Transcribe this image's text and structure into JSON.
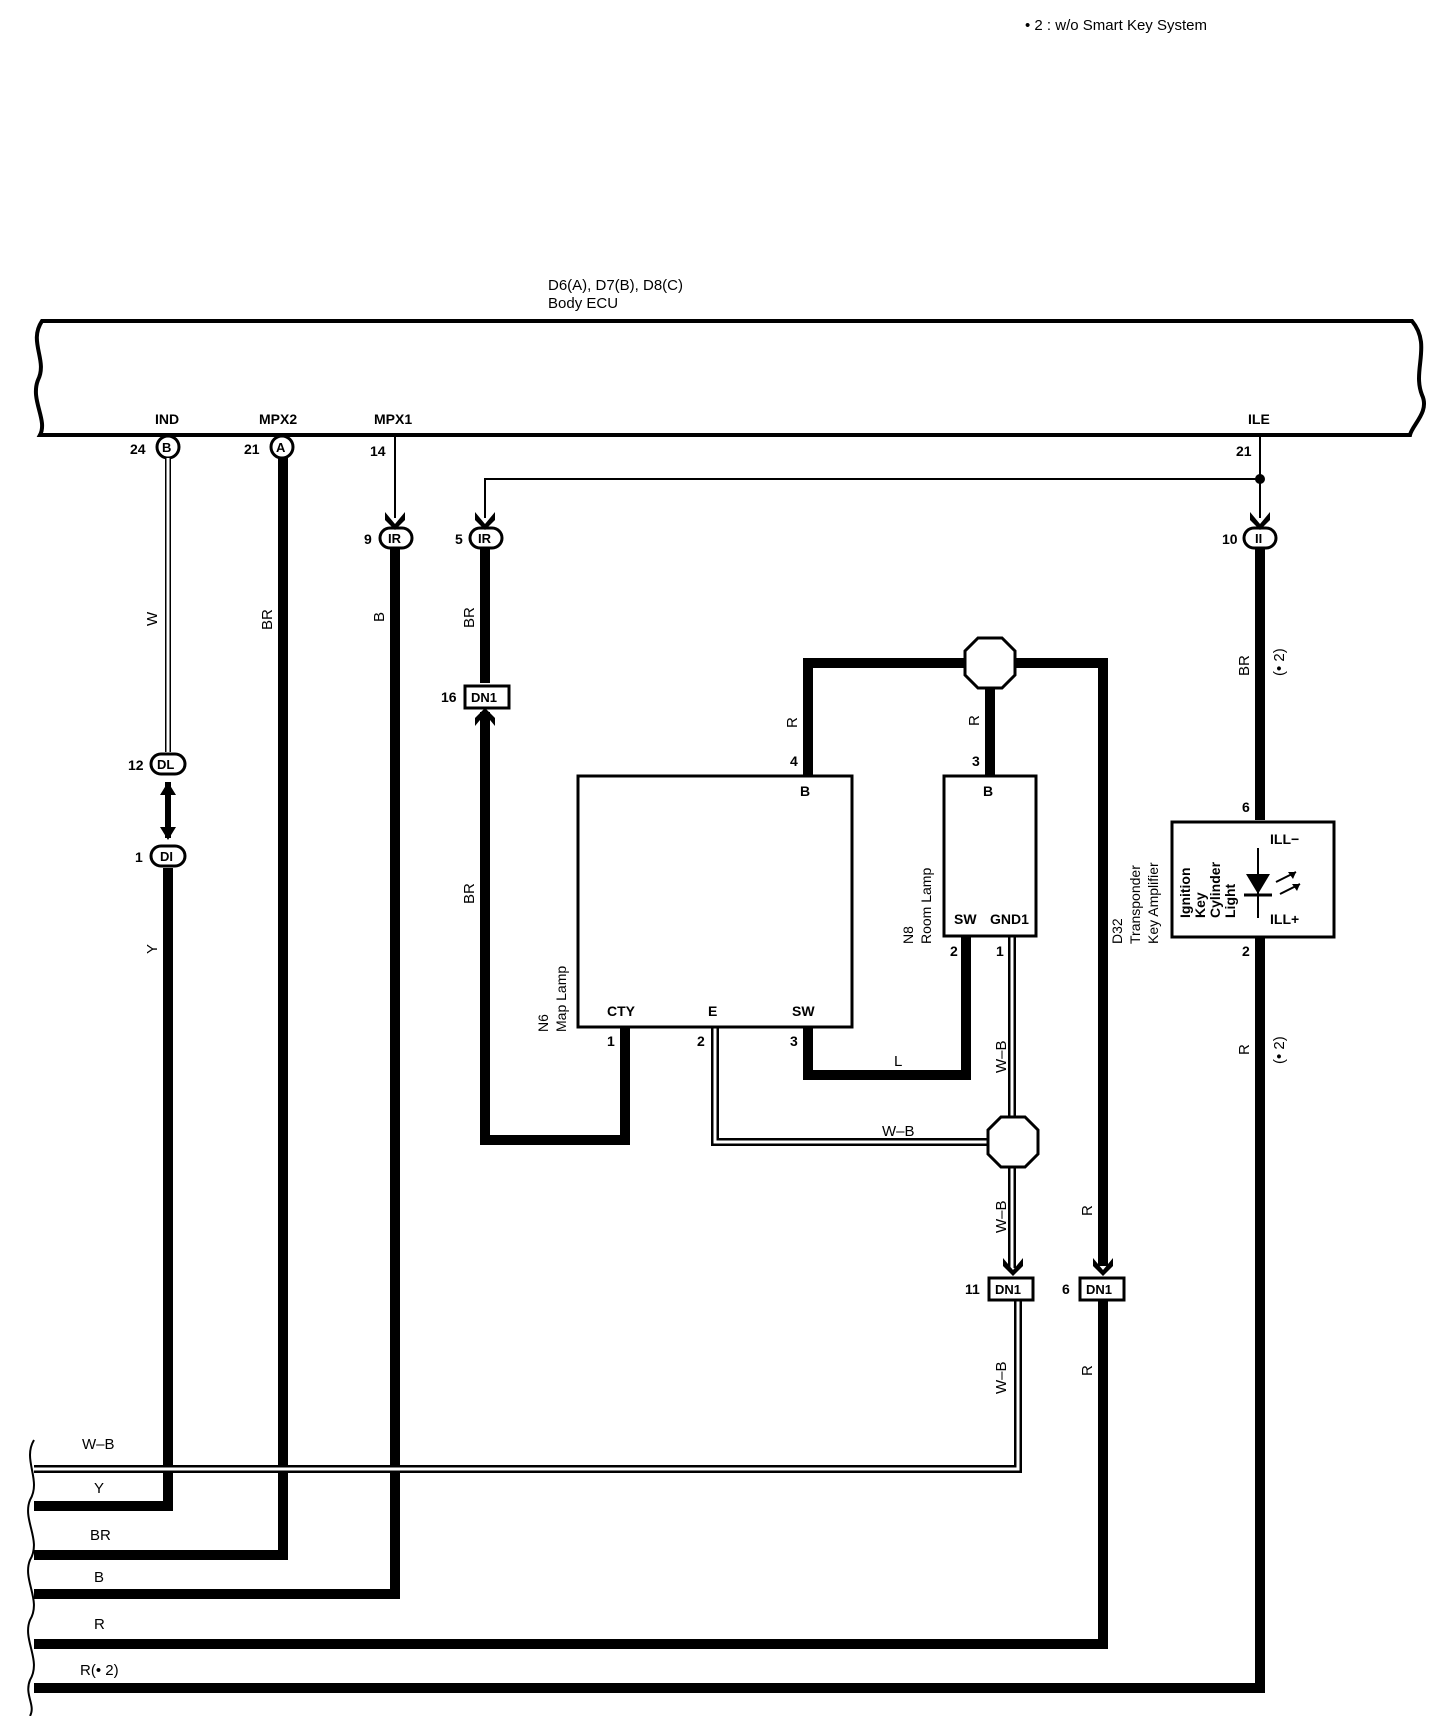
{
  "note": "• 2 : w/o Smart Key System",
  "ecu": {
    "connectors": "D6(A), D7(B), D8(C)",
    "name": "Body ECU",
    "terminals": [
      "IND",
      "MPX2",
      "MPX1",
      "ILE"
    ],
    "pins": [
      "24",
      "21",
      "14",
      "21"
    ],
    "pin_conns": [
      "B",
      "A"
    ]
  },
  "junctions": {
    "ir9": "IR",
    "ir9_pin": "9",
    "ir5": "IR",
    "ir5_pin": "5",
    "ii10": "II",
    "ii10_pin": "10",
    "dl12": "DL",
    "dl12_pin": "12",
    "di1": "DI",
    "di1_pin": "1",
    "dn1_16": "DN1",
    "dn1_16_pin": "16",
    "dn1_11": "DN1",
    "dn1_11_pin": "11",
    "dn1_6": "DN1",
    "dn1_6_pin": "6"
  },
  "wires": {
    "w": "W",
    "br": "BR",
    "b": "B",
    "br2": "BR",
    "br3": "BR",
    "y": "Y",
    "r1": "R",
    "r2": "R",
    "r3": "R",
    "r4": "R",
    "l": "L",
    "wb1": "W–B",
    "wb2": "W–B",
    "wb3": "W–B",
    "wb4": "W–B",
    "br_ii": "BR",
    "br_ii_note": "(• 2)",
    "r_ii": "R",
    "r_ii_note": "(• 2)"
  },
  "map_lamp": {
    "id": "N6",
    "name": "Map Lamp",
    "terminals": [
      "B",
      "CTY",
      "E",
      "SW"
    ],
    "pins": [
      "4",
      "1",
      "2",
      "3"
    ]
  },
  "room_lamp": {
    "id": "N8",
    "name": "Room Lamp",
    "terminals": [
      "B",
      "SW",
      "GND1"
    ],
    "pins": [
      "3",
      "2",
      "1"
    ]
  },
  "amplifier": {
    "id": "D32",
    "name1": "Transponder",
    "name2": "Key Amplifier",
    "light_line1": "Ignition",
    "light_line2": "Key",
    "light_line3": "Cylinder",
    "light_line4": "Light",
    "terminals": [
      "ILL−",
      "ILL+"
    ],
    "pins": [
      "6",
      "2"
    ]
  },
  "bus_labels": [
    "W–B",
    "Y",
    "BR",
    "B",
    "R",
    "R(• 2)"
  ]
}
